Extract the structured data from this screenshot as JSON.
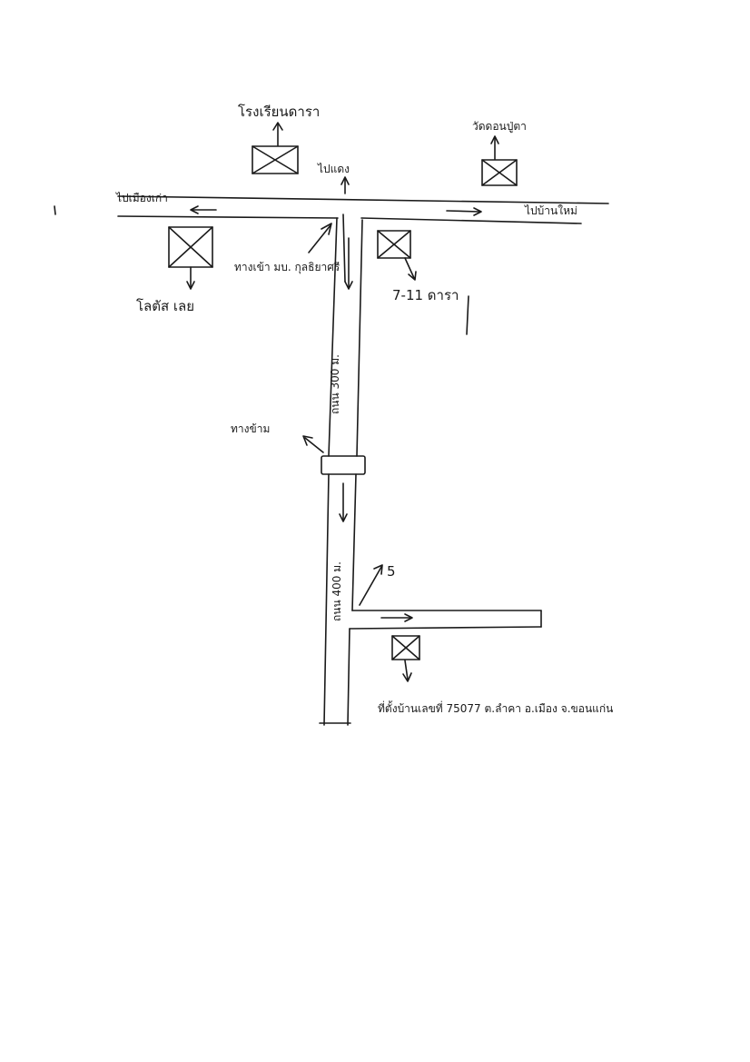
{
  "map": {
    "labels": {
      "school": "โรงเรียนดารา",
      "temple": "วัดดอนปู่ตา",
      "to_left": "ไปเมืองเก่า",
      "to_right": "ไปบ้านใหม่",
      "north_arrow": "ไปแดง",
      "junction": "ทางเข้า มบ. กุลธิยาศรี",
      "gas_station": "โลตัส เลย",
      "seven_eleven": "7-11 ดารา",
      "bridge": "ทางข้าม",
      "road_top": "ถนน 300 ม.",
      "road_bottom": "ถนน 400 ม.",
      "landmark_5": "5",
      "destination": "ที่ตั้งบ้านเลขที่ 75077 ต.ลำคา อ.เมือง จ.ขอนแก่น"
    }
  }
}
